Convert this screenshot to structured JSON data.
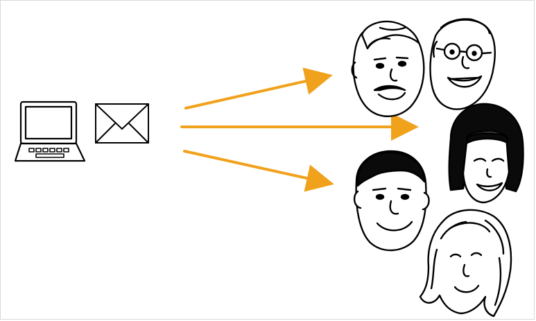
{
  "diagram": {
    "colors": {
      "arrow": "#f0a21d",
      "ink": "#000000",
      "skin": "#ffffff",
      "hair_dark": "#0a0a0a",
      "frame": "#d8d8d8"
    },
    "sender": {
      "icons": [
        "laptop-icon",
        "envelope-icon"
      ]
    },
    "arrows": [
      {
        "name": "arrow-to-top-group"
      },
      {
        "name": "arrow-to-middle-group"
      },
      {
        "name": "arrow-to-bottom-group"
      }
    ],
    "recipients": [
      {
        "name": "face-man-side-part",
        "kind": "cartoon-face"
      },
      {
        "name": "face-man-glasses",
        "kind": "cartoon-face"
      },
      {
        "name": "face-woman-bob",
        "kind": "cartoon-face"
      },
      {
        "name": "face-man-short-hair",
        "kind": "cartoon-face"
      },
      {
        "name": "face-woman-long-hair",
        "kind": "cartoon-face"
      }
    ]
  }
}
